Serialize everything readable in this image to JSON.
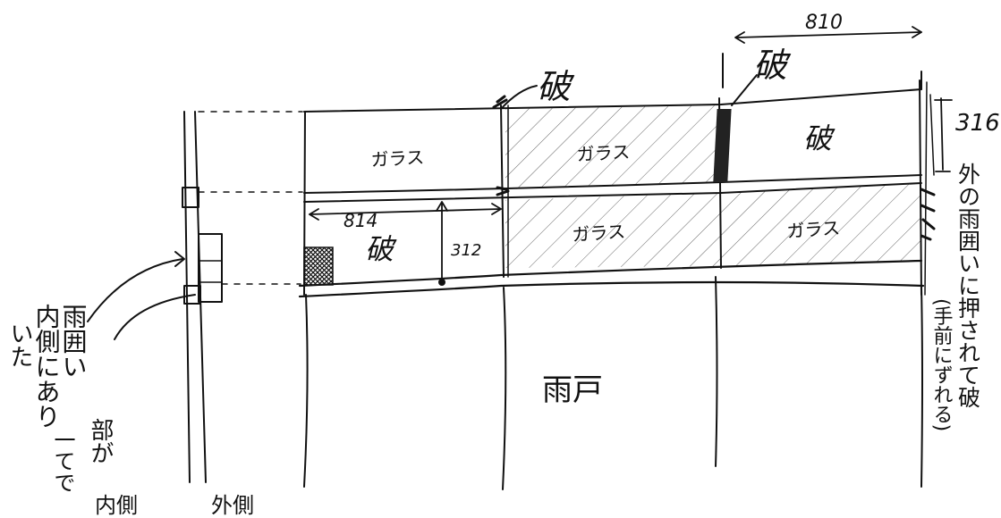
{
  "labels": {
    "ha": "破",
    "glass": "ガラス",
    "amado": "雨戸",
    "inside": "内側",
    "outside": "外側"
  },
  "dimensions": {
    "top_width": "810",
    "upper_height": "316",
    "left_width": "814",
    "lower_height": "312"
  },
  "notes": {
    "left_col1": "いた",
    "left_col2": "内側にあり",
    "left_col3": "雨囲い",
    "left_col4": "部が",
    "left_col5": "一てで",
    "right_col1": "外の雨囲いに押されて破",
    "right_col2": "(手前にずれる)"
  },
  "colors": {
    "ink": "#111111",
    "paper": "#ffffff"
  }
}
